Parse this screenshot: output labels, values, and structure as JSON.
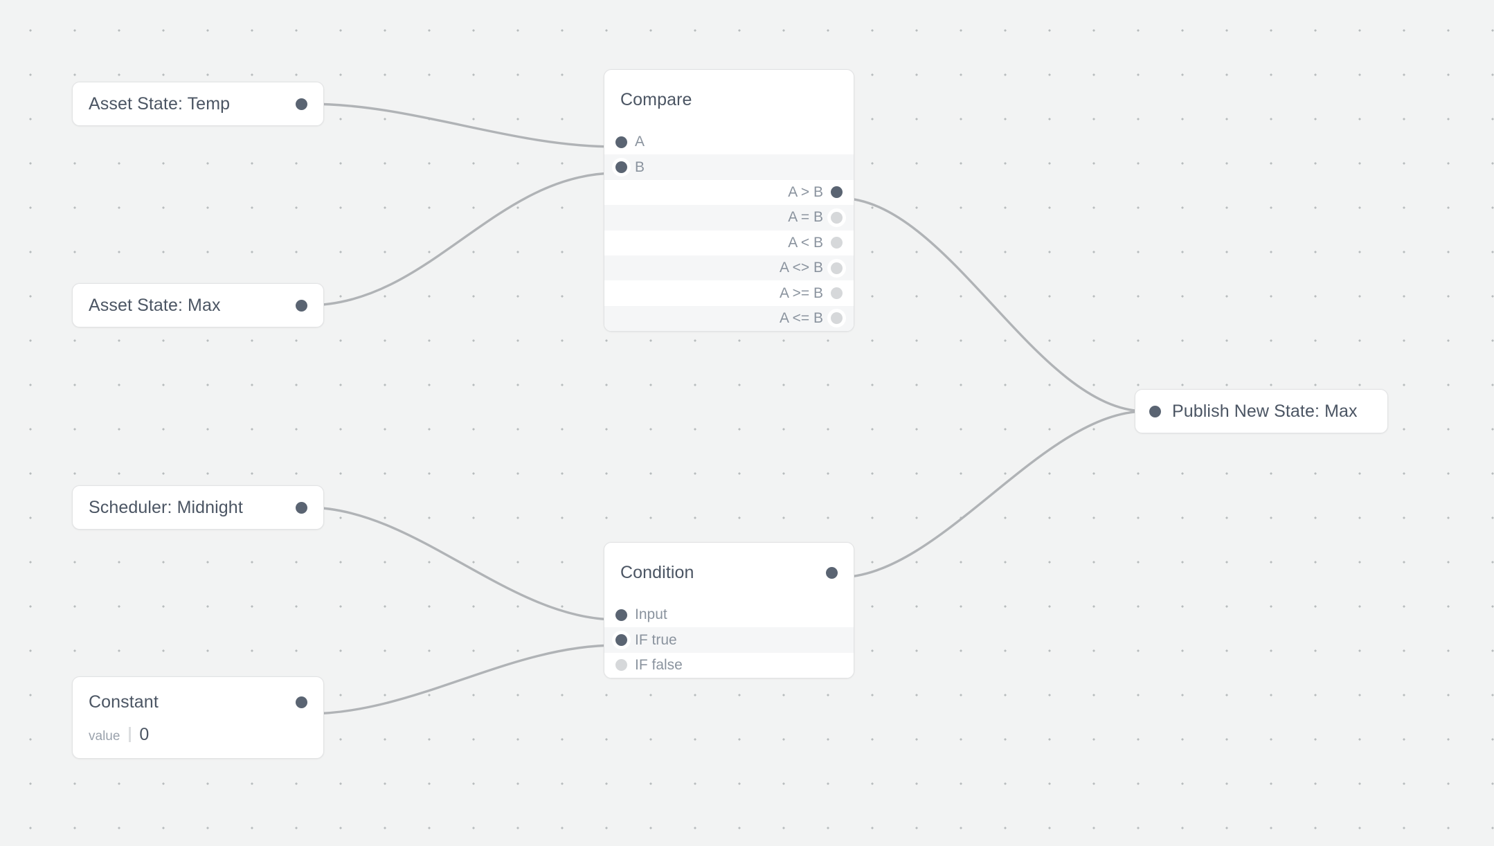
{
  "canvas": {
    "background_color": "#f2f3f3",
    "grid_dot_color": "#b8bcbe",
    "grid_spacing": 64,
    "edge_color": "#b0b3b6"
  },
  "theme": {
    "node_background": "#ffffff",
    "node_border": "#e2e3e4",
    "title_color": "#4b5563",
    "label_color": "#8a939e",
    "port_active_color": "#5a6472",
    "port_inactive_color": "#d6d8da",
    "row_stripe_color": "#f5f6f7"
  },
  "nodes": {
    "asset_state_temp": {
      "title": "Asset State: Temp",
      "output_port": "output-port"
    },
    "asset_state_max": {
      "title": "Asset State: Max",
      "output_port": "output-port"
    },
    "scheduler_midnight": {
      "title": "Scheduler: Midnight",
      "output_port": "output-port"
    },
    "constant": {
      "title": "Constant",
      "field_key": "value",
      "field_value": "0"
    },
    "compare": {
      "title": "Compare",
      "inputs": [
        {
          "label": "A",
          "active": true
        },
        {
          "label": "B",
          "active": true
        }
      ],
      "outputs": [
        {
          "label": "A > B",
          "active": true
        },
        {
          "label": "A = B",
          "active": false
        },
        {
          "label": "A < B",
          "active": false
        },
        {
          "label": "A <> B",
          "active": false
        },
        {
          "label": "A >= B",
          "active": false
        },
        {
          "label": "A <= B",
          "active": false
        }
      ]
    },
    "condition": {
      "title": "Condition",
      "output_port": "output-port",
      "rows": [
        {
          "label": "Input",
          "active": true
        },
        {
          "label": "IF true",
          "active": true
        },
        {
          "label": "IF false",
          "active": false
        }
      ]
    },
    "publish_new_state_max": {
      "title": "Publish New State: Max",
      "input_port": "input-port"
    }
  },
  "edges": [
    {
      "from": "asset_state_temp.output",
      "to": "compare.A"
    },
    {
      "from": "asset_state_max.output",
      "to": "compare.B"
    },
    {
      "from": "compare.A > B",
      "to": "publish_new_state_max.input"
    },
    {
      "from": "scheduler_midnight.output",
      "to": "condition.Input"
    },
    {
      "from": "constant.output",
      "to": "condition.IF true"
    },
    {
      "from": "condition.output",
      "to": "publish_new_state_max.input"
    }
  ]
}
